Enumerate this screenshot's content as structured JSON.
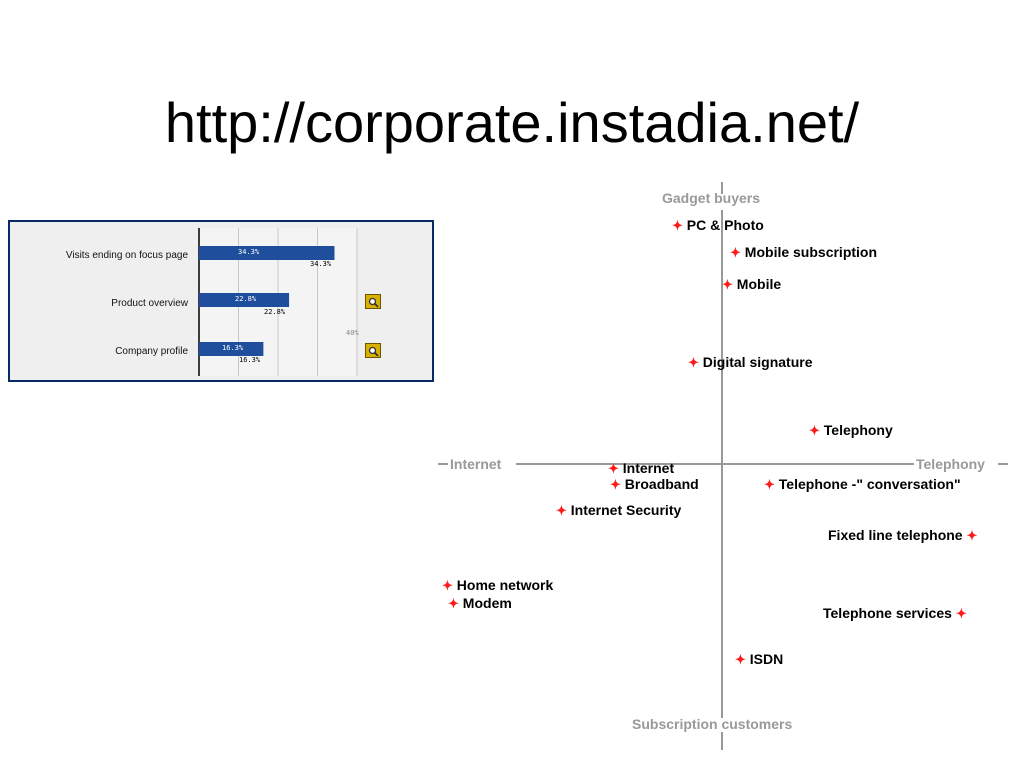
{
  "slide": {
    "title": "http://corporate.instadia.net/"
  },
  "bar_chart": {
    "categories": [
      "Visits ending on focus page",
      "Product overview",
      "Company profile"
    ],
    "value_labels": [
      "34.3%",
      "22.8%",
      "16.3%"
    ],
    "axis_max_label": "40%",
    "zoom_icon": "magnifier-icon"
  },
  "chart_data": {
    "type": "bar",
    "orientation": "horizontal",
    "categories": [
      "Visits ending on focus page",
      "Product overview",
      "Company profile"
    ],
    "values": [
      34.3,
      22.8,
      16.3
    ],
    "xlim": [
      0,
      40
    ],
    "grid": true
  },
  "positioning_map": {
    "axes": {
      "top": "Gadget buyers",
      "bottom": "Subscription customers",
      "left": "Internet",
      "right": "Telephony"
    },
    "items": [
      "PC & Photo",
      "Mobile subscription",
      "Mobile",
      "Digital signature",
      "Telephony",
      "Internet",
      "Broadband",
      "Telephone -\" conversation\"",
      "Internet Security",
      "Fixed line telephone",
      "Home network",
      "Modem",
      "Telephone services",
      "ISDN"
    ],
    "marker_glyph": "✦",
    "marker_color": "#ff1a1a"
  }
}
